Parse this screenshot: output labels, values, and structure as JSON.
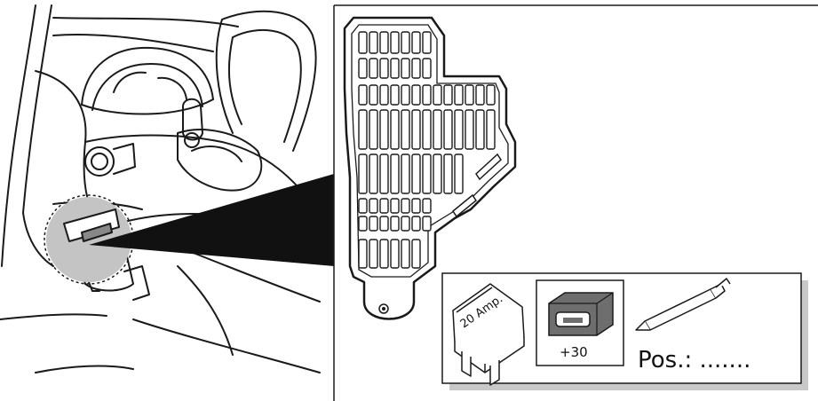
{
  "figure": {
    "fuse_label": "20 Amp.",
    "terminal_label": "+30",
    "position_label": "Pos.: ......."
  },
  "colors": {
    "line": "#1a1a1a",
    "callout_wedge": "#111111",
    "highlight_spot": "#c4c4c4",
    "legend_shadow": "#c8c8c8",
    "terminal_body": "#6e6e6e"
  },
  "icons": [
    "fuse-icon",
    "terminal-connector-icon",
    "pen-icon"
  ]
}
